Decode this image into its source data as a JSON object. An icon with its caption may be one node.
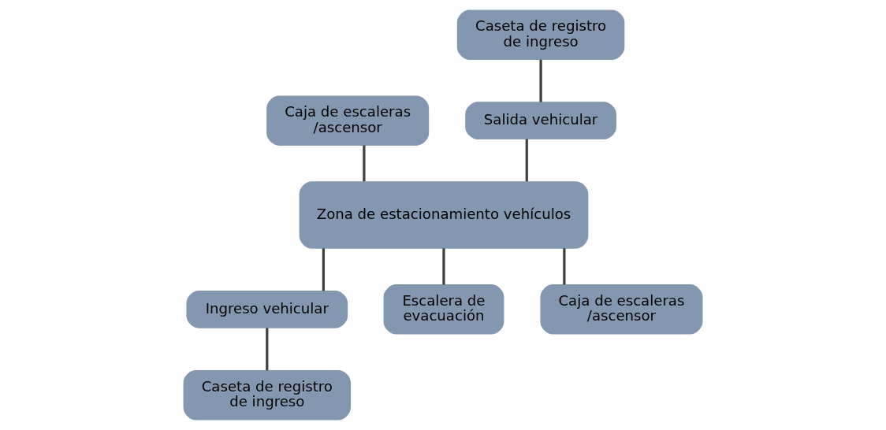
{
  "diagram": {
    "nodes": [
      {
        "text": [
          "Caja de escaleras /ascensor"
        ]
      },
      {
        "text": [
          "Caseta de registro de ingreso"
        ]
      },
      {
        "text": [
          "Salida vehicular"
        ]
      },
      {
        "text": [
          "Zona de estacionamiento vehículos"
        ]
      },
      {
        "text": [
          "Ingreso vehicular"
        ]
      },
      {
        "text": [
          "Escalera de evacuación"
        ]
      },
      {
        "text": [
          "Caja de escaleras /ascensor"
        ]
      },
      {
        "text": [
          "Caseta de registro de ingreso"
        ]
      }
    ],
    "edges": [
      {
        "from": 0,
        "to": 3,
        "arrow": "none"
      },
      {
        "from": 2,
        "to": 3,
        "arrow": "none"
      },
      {
        "from": 1,
        "to": 2,
        "arrow": "none"
      },
      {
        "from": 3,
        "to": 5,
        "arrow": "none"
      },
      {
        "from": 3,
        "to": 4,
        "arrow": "none"
      },
      {
        "from": 3,
        "to": 6,
        "arrow": "none"
      },
      {
        "from": 4,
        "to": 7,
        "arrow": "none"
      }
    ]
  }
}
